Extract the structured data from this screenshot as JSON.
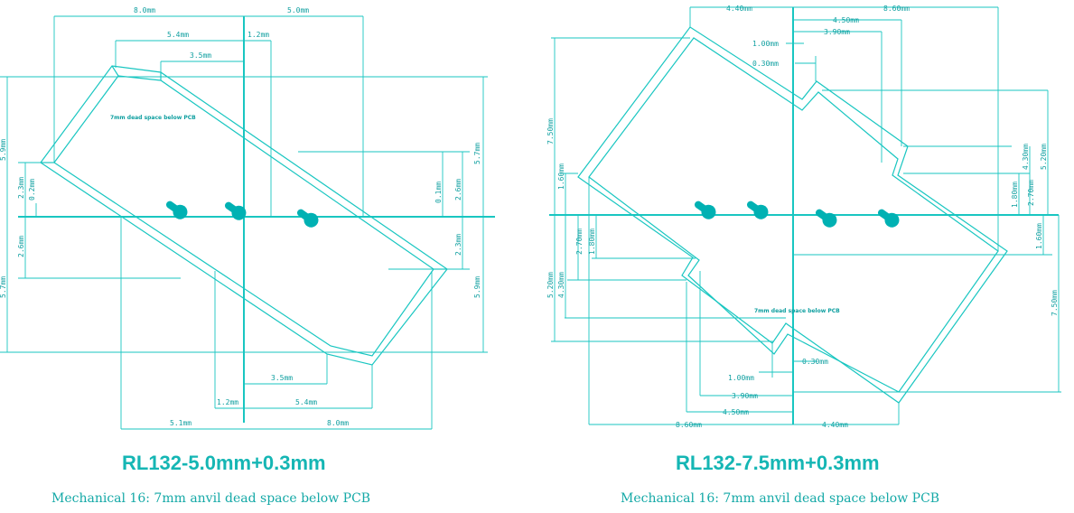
{
  "left": {
    "title": "RL132-5.0mm+0.3mm",
    "subtitle": "Mechanical 16: 7mm anvil dead space below PCB",
    "note": "7mm dead space below PCB",
    "dims": {
      "top_left_8": "8.0mm",
      "top_right_5": "5.0mm",
      "top_5_4": "5.4mm",
      "top_1_2": "1.2mm",
      "top_3_5": "3.5mm",
      "left_5_9": "5.9mm",
      "left_2_3": "2.3mm",
      "left_0_2": "0.2mm",
      "left_2_6": "2.6mm",
      "left_5_7": "5.7mm",
      "right_5_7": "5.7mm",
      "right_2_6": "2.6mm",
      "right_0_1": "0.1mm",
      "right_2_3": "2.3mm",
      "right_5_9": "5.9mm",
      "bot_3_5": "3.5mm",
      "bot_1_2": "1.2mm",
      "bot_5_4": "5.4mm",
      "bot_5_1": "5.1mm",
      "bot_8_0": "8.0mm"
    }
  },
  "right": {
    "title": "RL132-7.5mm+0.3mm",
    "subtitle": "Mechanical 16: 7mm anvil dead space below PCB",
    "note": "7mm dead space below PCB",
    "dims": {
      "top_4_40": "4.40mm",
      "top_8_60": "8.60mm",
      "top_4_50": "4.50mm",
      "top_3_90": "3.90mm",
      "top_1_00": "1.00mm",
      "top_0_30": "0.30mm",
      "left_7_50": "7.50mm",
      "left_1_60": "1.60mm",
      "left_2_70": "2.70mm",
      "left_1_80": "1.80mm",
      "left_5_20": "5.20mm",
      "left_4_30": "4.30mm",
      "right_5_20": "5.20mm",
      "right_4_30": "4.30mm",
      "right_2_70": "2.70mm",
      "right_1_80": "1.80mm",
      "right_1_60": "1.60mm",
      "right_7_50": "7.50mm",
      "bot_1_00": "1.00mm",
      "bot_0_30": "0.30mm",
      "bot_3_90": "3.90mm",
      "bot_4_50": "4.50mm",
      "bot_8_60": "8.60mm",
      "bot_4_40": "4.40mm"
    }
  },
  "colors": {
    "line": "#19c6c1",
    "text": "#0f9fa0",
    "hole": "#00b1b3"
  }
}
